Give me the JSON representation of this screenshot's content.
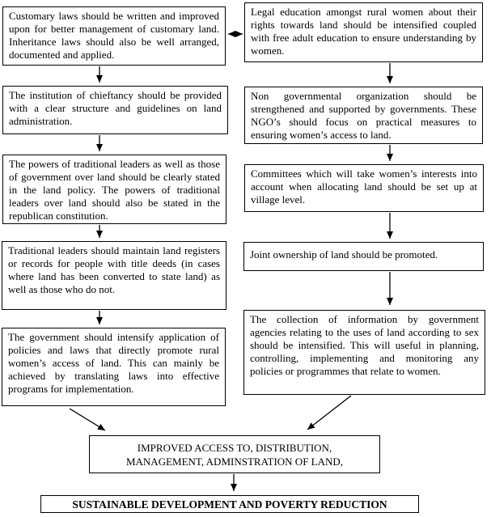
{
  "flow": {
    "left": [
      {
        "name": "customary-laws",
        "text": "Customary laws should be written and improved upon for better management of customary land. Inheritance laws should also be well arranged, documented and applied."
      },
      {
        "name": "chieftancy-institution",
        "text": "The institution of chieftancy should be provided with a clear structure and guidelines on land administration."
      },
      {
        "name": "powers-of-traditional-leaders",
        "text": "The powers of traditional leaders as well as those of government over land should be clearly stated in the land policy. The powers of traditional leaders over land should also be stated in the republican constitution."
      },
      {
        "name": "land-registers",
        "text": "Traditional leaders should maintain land registers or records for people with title deeds (in cases where land has been converted to state land) as well as those who do not."
      },
      {
        "name": "government-policy-application",
        "text": "The government should intensify application of policies and laws that directly promote rural women’s access of land. This can mainly be achieved by translating laws into effective programs for implementation."
      }
    ],
    "right": [
      {
        "name": "legal-education",
        "text": "Legal education amongst rural women about their rights towards land should be intensified coupled with free adult education to ensure understanding by women."
      },
      {
        "name": "ngo-strengthening",
        "text": "Non governmental organization should be strengthened and supported by governments. These NGO’s should focus on practical measures to ensuring women’s access to land."
      },
      {
        "name": "village-committees",
        "text": "Committees which will take women’s interests into account when allocating land should be set up at village level."
      },
      {
        "name": "joint-ownership",
        "text": "Joint ownership of land should be promoted."
      },
      {
        "name": "information-collection",
        "text": "The collection of information by government agencies relating to the uses of land according to sex should be intensified. This will useful in planning, controlling, implementing and monitoring any policies or programmes that relate to women."
      }
    ],
    "outcome": {
      "line1": "IMPROVED ACCESS TO, DISTRIBUTION,",
      "line2": "MANAGEMENT, ADMINSTRATION OF LAND,"
    },
    "goal": "SUSTAINABLE DEVELOPMENT AND POVERTY REDUCTION",
    "colors": {
      "border": "#000000",
      "text": "#000000",
      "background": "#ffffff"
    }
  }
}
